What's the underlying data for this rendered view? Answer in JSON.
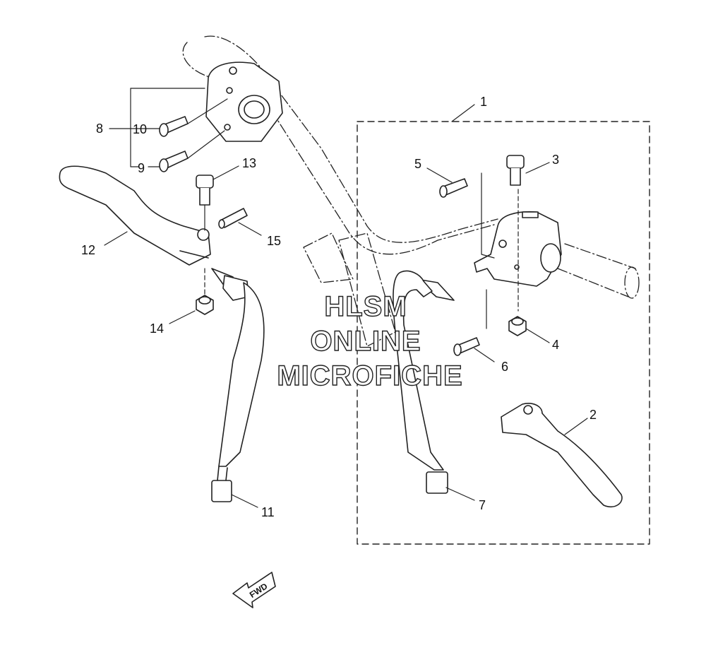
{
  "diagram": {
    "callouts": {
      "p1": "1",
      "p2": "2",
      "p3": "3",
      "p4": "4",
      "p5": "5",
      "p6": "6",
      "p7": "7",
      "p8": "8",
      "p9": "9",
      "p10": "10",
      "p11": "11",
      "p12": "12",
      "p13": "13",
      "p14": "14",
      "p15": "15"
    },
    "watermark": {
      "line1": "HLSM",
      "line2": "ONLINE",
      "line3": "MICROFICHE"
    },
    "direction_badge": "FWD"
  },
  "colors": {
    "line": "#222222",
    "background": "#ffffff"
  }
}
